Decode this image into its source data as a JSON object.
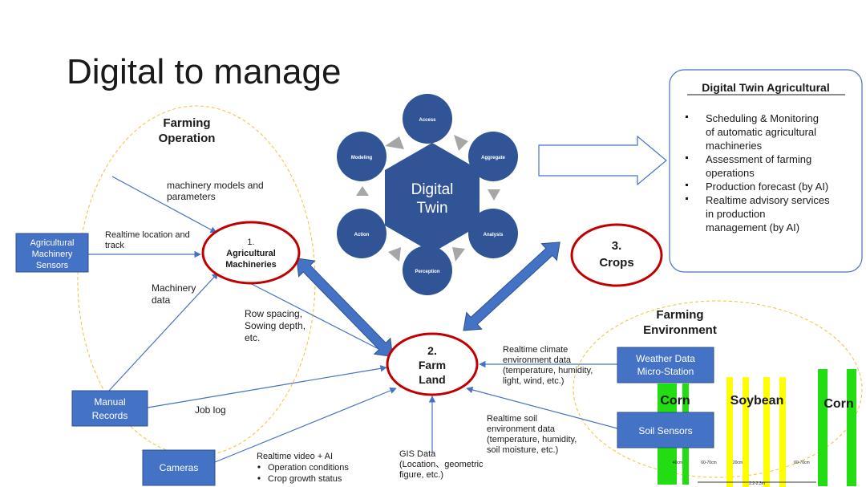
{
  "page": {
    "title": "Digital to manage"
  },
  "farming_operation": {
    "line1": "Farming",
    "line2": "Operation"
  },
  "farming_environment": {
    "line1": "Farming",
    "line2": "Environment"
  },
  "sources": {
    "ag_sensors": [
      "Agricultural",
      "Machinery",
      "Sensors"
    ],
    "manual_records": [
      "Manual",
      "Records"
    ],
    "cameras": "Cameras",
    "weather": [
      "Weather Data",
      "Micro-Station"
    ],
    "soil_sensors": "Soil Sensors"
  },
  "nodes": {
    "machineries": {
      "num": "1.",
      "line1": "Agricultural",
      "line2": "Machineries"
    },
    "farmland": {
      "num": "2.",
      "line1": "Farm",
      "line2": "Land"
    },
    "crops": {
      "num": "3.",
      "line1": "Crops"
    }
  },
  "labels": {
    "models": [
      "machinery models and",
      "parameters"
    ],
    "location": [
      "Realtime location and",
      "track"
    ],
    "mach_data": [
      "Machinery",
      "data"
    ],
    "row_spacing": [
      "Row spacing,",
      "Sowing depth,",
      "etc."
    ],
    "job_log": "Job log",
    "video": [
      "Realtime video + AI",
      "Operation conditions",
      "Crop growth status"
    ],
    "gis": [
      "GIS Data",
      "(Location、geometric",
      "figure, etc.)"
    ],
    "climate": [
      "Realtime climate",
      "environment data",
      "(temperature, humidity,",
      "light, wind, etc.)"
    ],
    "soil": [
      "Realtime soil",
      "environment data",
      "(temperature, humidity,",
      "soil moisture, etc.)"
    ]
  },
  "cycle": {
    "center": [
      "Digital",
      "Twin"
    ],
    "stages": [
      "Access",
      "Aggregate",
      "Analysis",
      "Perception",
      "Action",
      "Modeling"
    ]
  },
  "twin_panel": {
    "title": "Digital Twin Agricultural",
    "items": [
      [
        "Scheduling & Monitoring",
        "of automatic agricultural",
        "machineries"
      ],
      [
        "Assessment of farming",
        "operations"
      ],
      [
        "Production forecast (by AI)"
      ],
      [
        "Realtime advisory services",
        "in production",
        "management (by AI)"
      ]
    ]
  },
  "field": {
    "crops": [
      "Corn",
      "Soybean",
      "Corn"
    ],
    "widths": [
      "40cm",
      "60-70cm",
      "20cm",
      "60-70cm"
    ],
    "span": "2.2-2.3m"
  },
  "colors": {
    "accent": "#4472c4",
    "oval": "#c00000",
    "dash": "#f2c12e",
    "twin": "#305496",
    "green": "#22dd11",
    "yellow": "#ffff00"
  }
}
